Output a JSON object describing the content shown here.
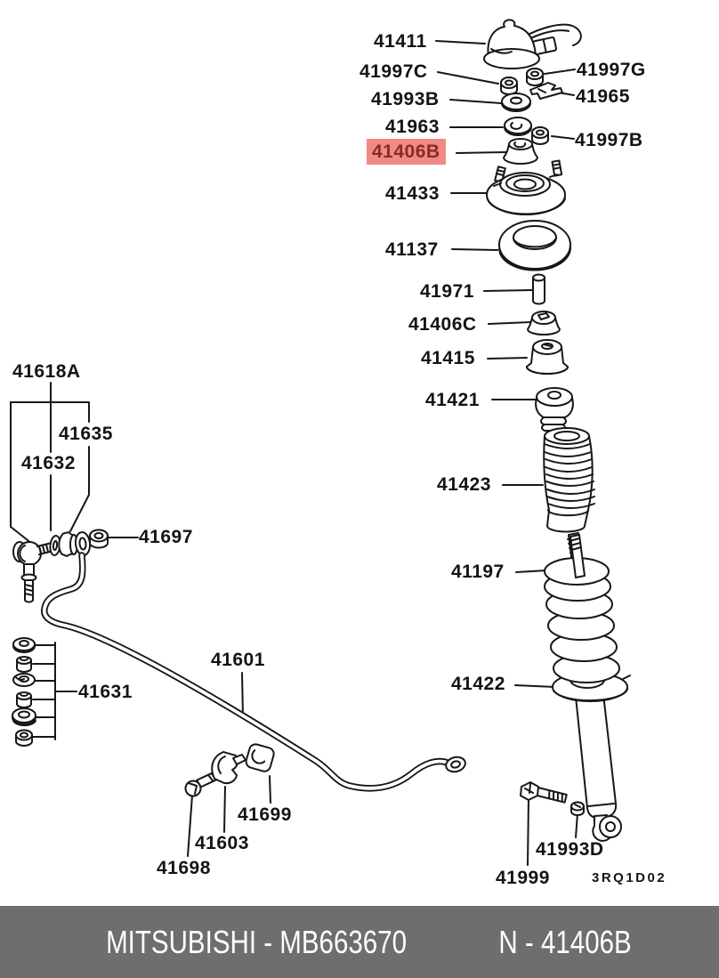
{
  "diagram": {
    "drawing_code": "3RQ1D02",
    "highlighted_part": "41406B",
    "highlight_bg": "#f18a83",
    "highlight_text_color": "#8a2b24",
    "line_color": "#171717",
    "labels": {
      "p41411": "41411",
      "p41997C": "41997C",
      "p41997G": "41997G",
      "p41993B": "41993B",
      "p41965": "41965",
      "p41963": "41963",
      "p41997B": "41997B",
      "p41406B": "41406B",
      "p41433": "41433",
      "p41137": "41137",
      "p41971": "41971",
      "p41406C": "41406C",
      "p41415": "41415",
      "p41421": "41421",
      "p41423": "41423",
      "p41197": "41197",
      "p41422": "41422",
      "p41993D": "41993D",
      "p41999": "41999",
      "p41618A": "41618A",
      "p41635": "41635",
      "p41632": "41632",
      "p41697": "41697",
      "p41631": "41631",
      "p41601": "41601",
      "p41699": "41699",
      "p41603": "41603",
      "p41698": "41698"
    }
  },
  "footer": {
    "bg_color": "#6e6e6e",
    "text_color": "#ffffff",
    "brand_part": "MITSUBISHI - MB663670",
    "part_ref": "N - 41406B"
  }
}
